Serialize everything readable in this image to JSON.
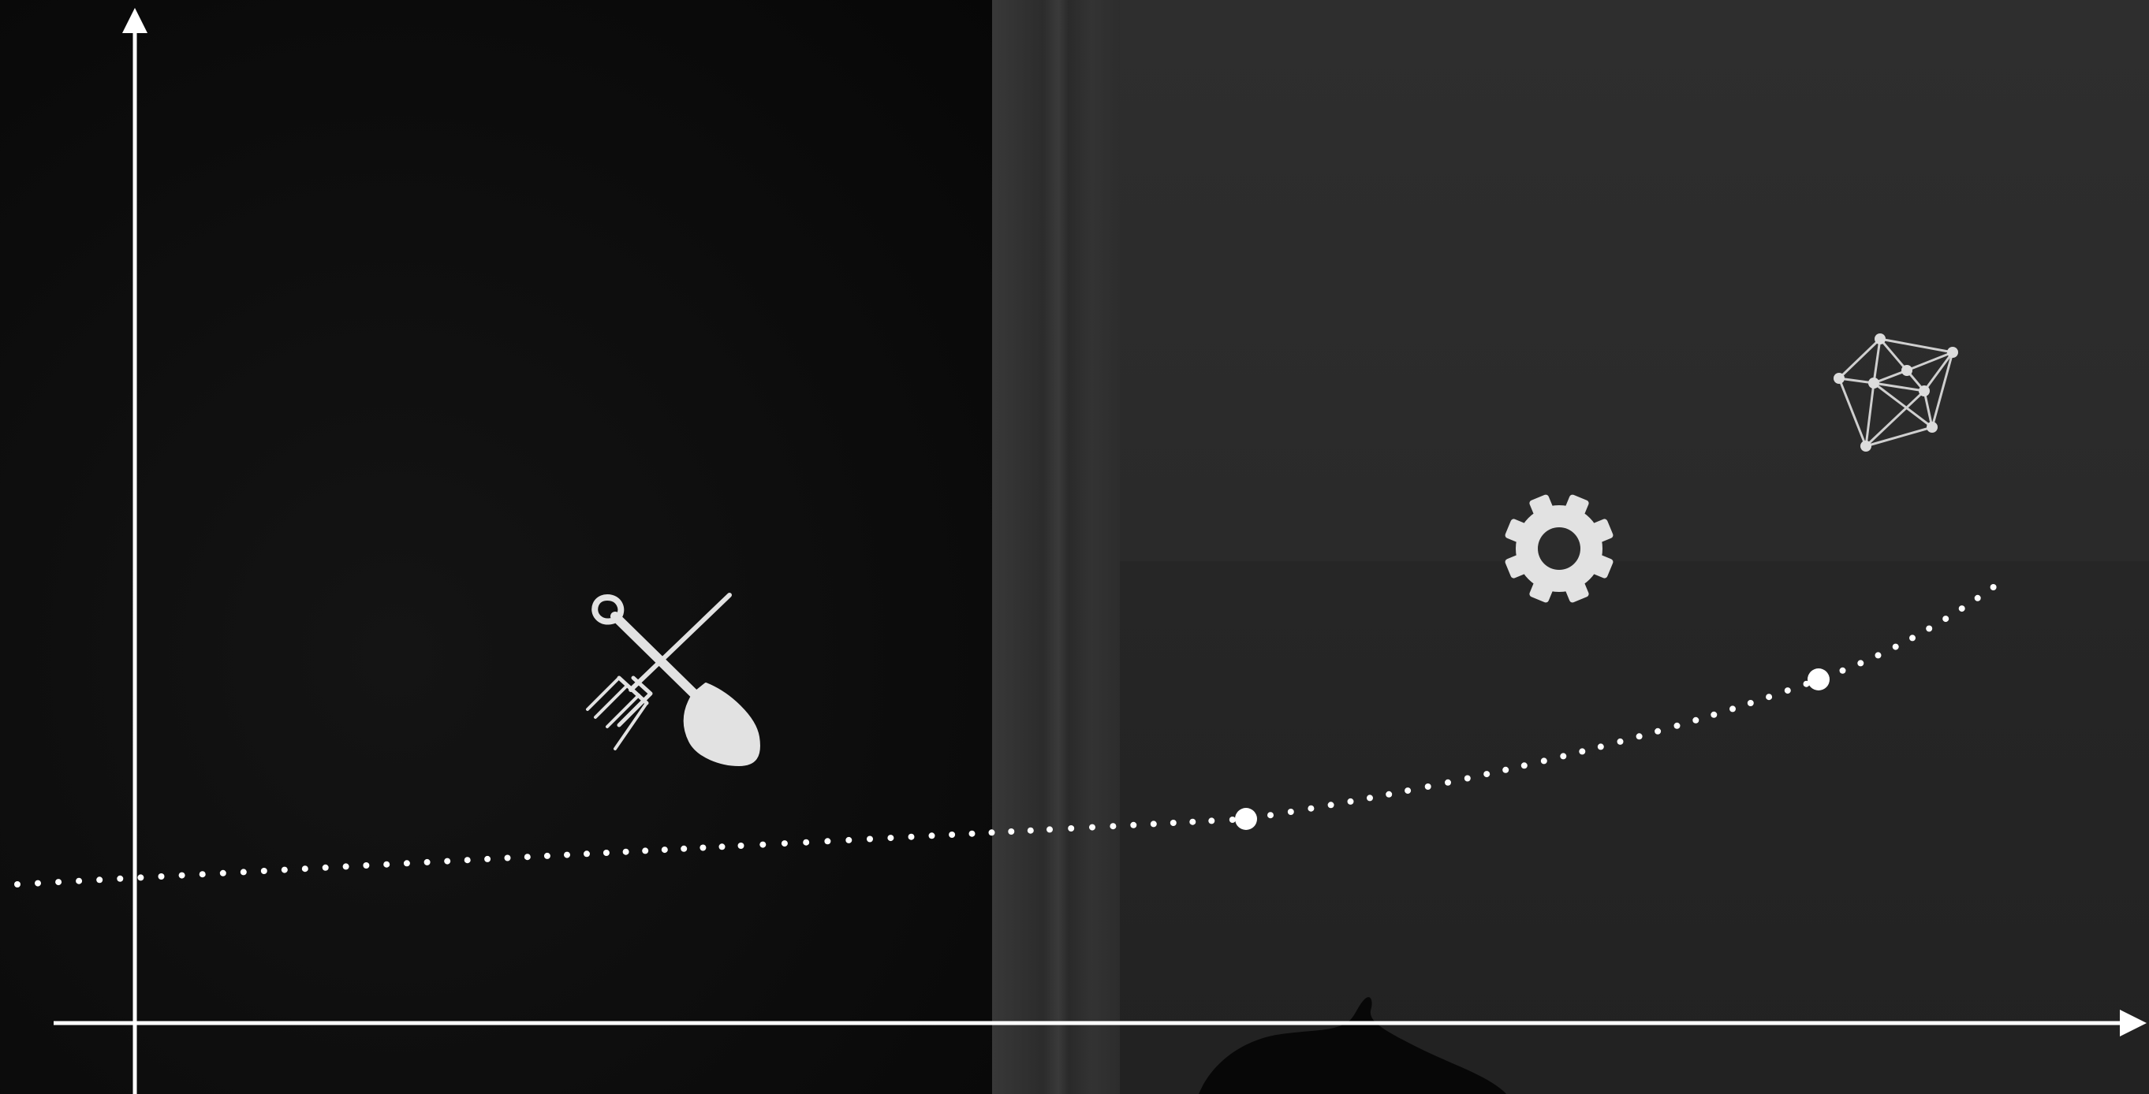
{
  "diagram": {
    "type": "growth-curve",
    "colors": {
      "axis": "#ffffff",
      "curve_dots": "#ffffff",
      "icons": "#e2e2e2",
      "background_left": "#0b0b0b",
      "background_right": "#2b2b2b"
    },
    "icons": [
      {
        "name": "shovel-pitchfork-icon",
        "stage": 1
      },
      {
        "name": "gear-icon",
        "stage": 2
      },
      {
        "name": "network-polyhedron-icon",
        "stage": 3
      }
    ],
    "milestones": 2
  }
}
